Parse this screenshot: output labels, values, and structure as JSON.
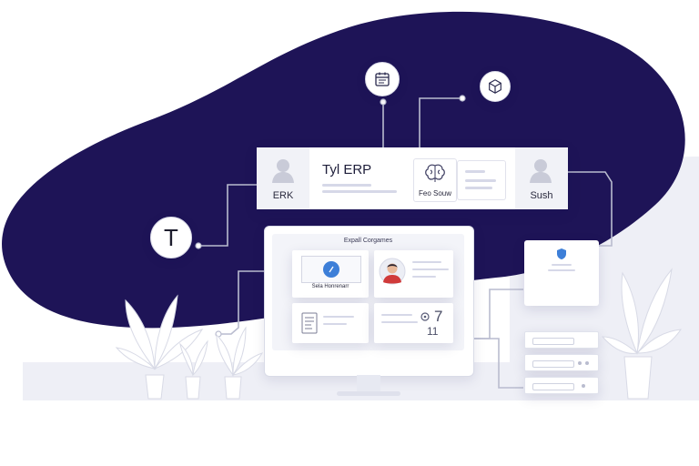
{
  "colors": {
    "background": "#ffffff",
    "blob": "#1e1457",
    "ground": "#eeeff6",
    "card": "#ffffff",
    "line": "#b9bccf",
    "accent_blue": "#3d7fd8",
    "accent_red": "#d03a3a"
  },
  "header_card": {
    "left_caption": "ERK",
    "title": "Tyl ERP",
    "center_caption": "Feo Souw",
    "right_caption": "Sush"
  },
  "t_node": {
    "letter": "T"
  },
  "monitor": {
    "title": "Expall Corgames",
    "tile_caption": "Sela Honrenarr",
    "stat_value": "7",
    "stat_sub": "11"
  },
  "icons": {
    "top_left": "calendar-icon",
    "top_right": "cube-icon",
    "brain": "brain-icon",
    "side_card": "shield-icon",
    "edit": "pencil-icon"
  }
}
